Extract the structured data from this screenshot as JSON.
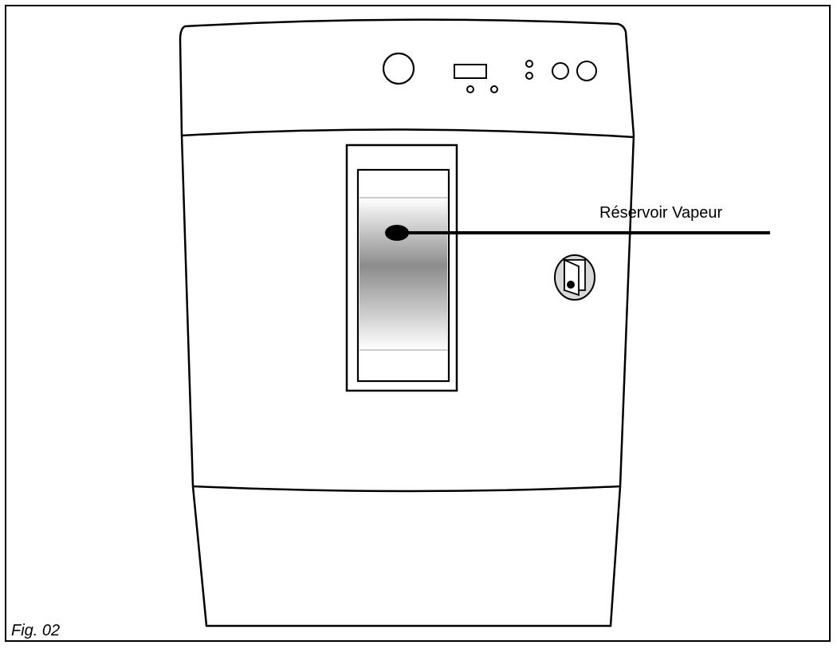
{
  "figure": {
    "caption": "Fig. 02",
    "callout_label": "Réservoir Vapeur"
  },
  "components": {
    "control_panel": [
      "main-knob",
      "display-screen",
      "indicator-leds",
      "option-buttons"
    ],
    "door_panel": [
      "steam-reservoir-window",
      "door-icon-badge"
    ],
    "bottom_drawer": "drawer"
  },
  "colors": {
    "line": "#000000",
    "background": "#ffffff",
    "badge_fill": "#d9d9d9"
  }
}
